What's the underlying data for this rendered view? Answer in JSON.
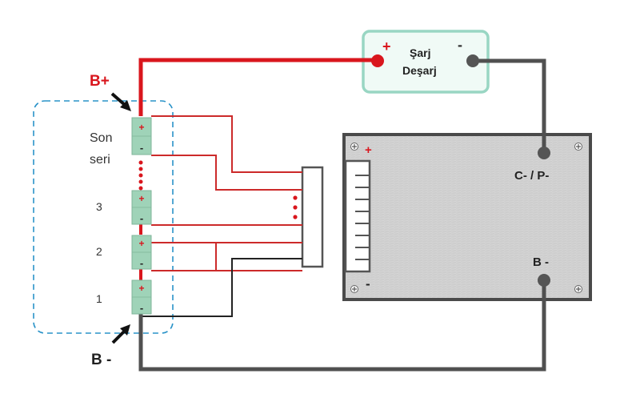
{
  "labels": {
    "b_plus": "B+",
    "b_minus": "B -",
    "son": "Son",
    "seri": "seri",
    "cell3": "3",
    "cell2": "2",
    "cell1": "1",
    "charge_plus": "+",
    "charge_minus": "-",
    "charge_line1": "Şarj",
    "charge_line2": "Deşarj",
    "c_minus_p_minus": "C- / P-",
    "board_b_minus": "B -",
    "board_plus": "+",
    "board_minus": "-",
    "cell_plus": "+",
    "cell_minus": "-"
  },
  "colors": {
    "red_wire": "#d9161d",
    "thin_red_wire": "#cc2a2a",
    "gray_wire": "#505050",
    "charger_border": "#99d6c3",
    "charger_fill": "#f0faf6",
    "cell_fill": "#9fd3b8",
    "dashed_box": "#2a93c8",
    "board_border": "#4a4a4a",
    "board_fill": "#d4d4d4"
  }
}
